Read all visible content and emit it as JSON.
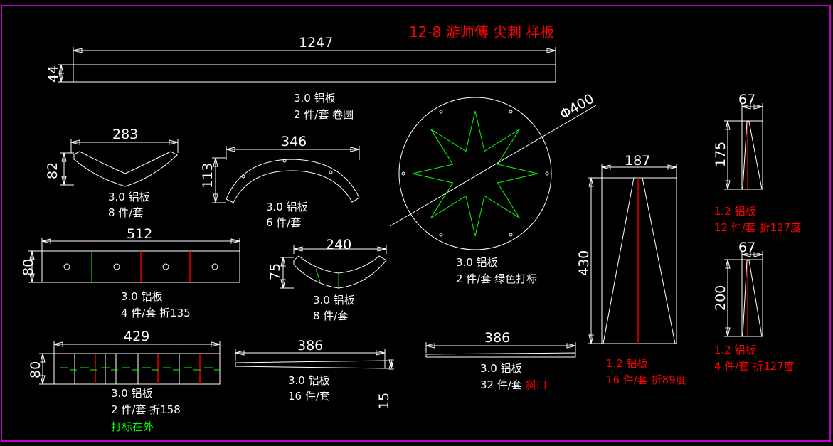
{
  "title": "12-8 游师傅 尖刺 样板",
  "colors": {
    "background": "#000000",
    "frame": "#ff00ff",
    "line": "#ffffff",
    "note_red": "#ff0000",
    "mark_green": "#00ff00"
  },
  "parts": {
    "long_bar": {
      "length": "1247",
      "height": "44",
      "material": "3.0 铝板",
      "qty": "2 件/套 卷圆"
    },
    "arc_283": {
      "width": "283",
      "height": "82",
      "material": "3.0 铝板",
      "qty": "8 件/套"
    },
    "arc_346": {
      "width": "346",
      "height": "113",
      "material": "3.0 铝板",
      "qty": "6 件/套"
    },
    "star_disc": {
      "diameter": "Φ400",
      "material": "3.0 铝板",
      "qty": "2 件/套 绿色打标"
    },
    "cone_187": {
      "width": "187",
      "height": "430",
      "material": "1.2 铝板",
      "qty": "16 件/套 折89度"
    },
    "spike_175": {
      "width": "67",
      "height": "175",
      "material": "1.2 铝板",
      "qty": "12 件/套 折127度"
    },
    "spike_200": {
      "width": "67",
      "height": "200",
      "material": "1.2 铝板",
      "qty": "4 件/套 折127度"
    },
    "plate_512": {
      "width": "512",
      "height": "80",
      "material": "3.0 铝板",
      "qty": "4 件/套 折135"
    },
    "arc_240": {
      "width": "240",
      "height": "75",
      "material": "3.0 铝板",
      "qty": "8 件/套"
    },
    "plate_429": {
      "width": "429",
      "height": "80",
      "material": "3.0 铝板",
      "qty": "2 件/套 折158",
      "note": "打标在外"
    },
    "strip_386a": {
      "length": "386",
      "height": "15",
      "material": "3.0 铝板",
      "qty": "16 件/套"
    },
    "strip_386b": {
      "length": "386",
      "material": "3.0 铝板",
      "qty": "32 件/套",
      "note": "斜口"
    }
  }
}
